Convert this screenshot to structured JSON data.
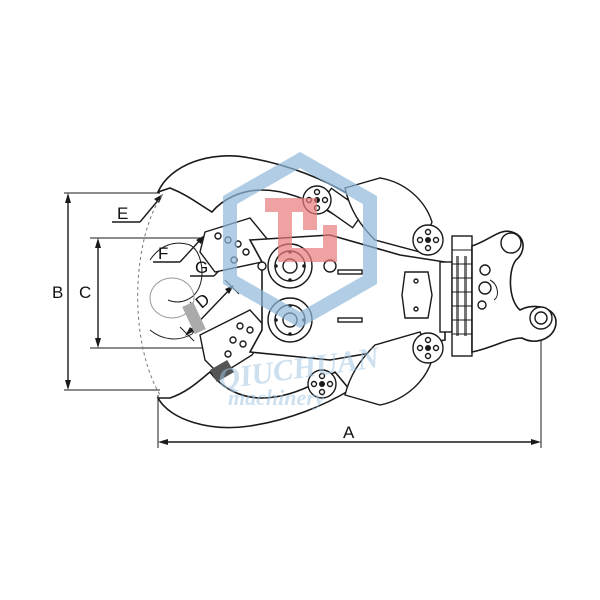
{
  "diagram": {
    "dimension_labels": {
      "a": "A",
      "b": "B",
      "c": "C",
      "d": "D",
      "e": "E",
      "f": "F",
      "g": "G"
    },
    "watermark": {
      "line1": "QIUCHUAN",
      "line2": "machinery",
      "colors": {
        "hexagon": "#8fb8db",
        "monogram": "#e87b7b",
        "text": "#9fc3e0"
      }
    },
    "colors": {
      "line": "#1a1a1a",
      "background": "#ffffff"
    }
  }
}
